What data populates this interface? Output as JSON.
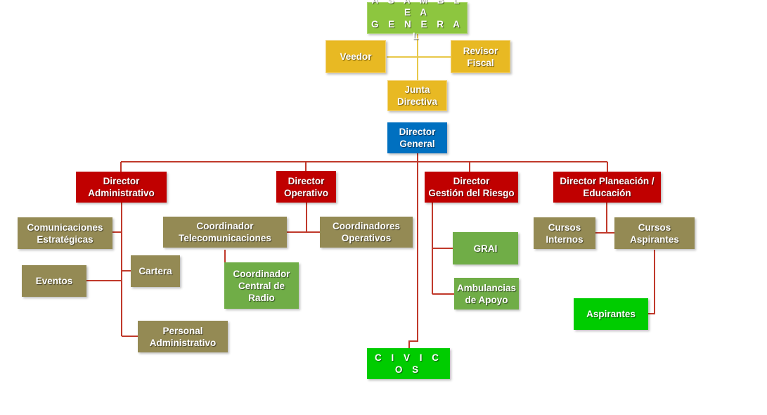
{
  "nodes": {
    "asamblea": "A S A M B L E A\nG E N E R A L",
    "veedor": "Veedor",
    "revisor": "Revisor\nFiscal",
    "junta": "Junta\nDirectiva",
    "director_general": "Director\nGeneral",
    "dir_admin": "Director\nAdministrativo",
    "dir_operativo": "Director\nOperativo",
    "dir_riesgo": "Director\nGestión del Riesgo",
    "dir_planeacion": "Director Planeación /\nEducación",
    "comunicaciones": "Comunicaciones\nEstratégicas",
    "eventos": "Eventos",
    "cartera": "Cartera",
    "personal": "Personal\nAdministrativo",
    "coord_telecom": "Coordinador\nTelecomunicaciones",
    "coord_operativos": "Coordinadores\nOperativos",
    "coord_radio": "Coordinador\nCentral de\nRadio",
    "grai": "GRAI",
    "ambulancias": "Ambulancias\nde Apoyo",
    "cursos_internos": "Cursos\nInternos",
    "cursos_aspirantes": "Cursos\nAspirantes",
    "aspirantes": "Aspirantes",
    "civicos": "C I V I C O S"
  },
  "colors": {
    "line_red": "#c0392b",
    "line_gold": "#e8c84a",
    "assembly_green": "#8dc63f",
    "gold": "#e8b923",
    "blue": "#0070c0",
    "red": "#c00000",
    "khaki": "#948a54",
    "mid_green": "#70ad47",
    "bright_green": "#00cc00"
  }
}
